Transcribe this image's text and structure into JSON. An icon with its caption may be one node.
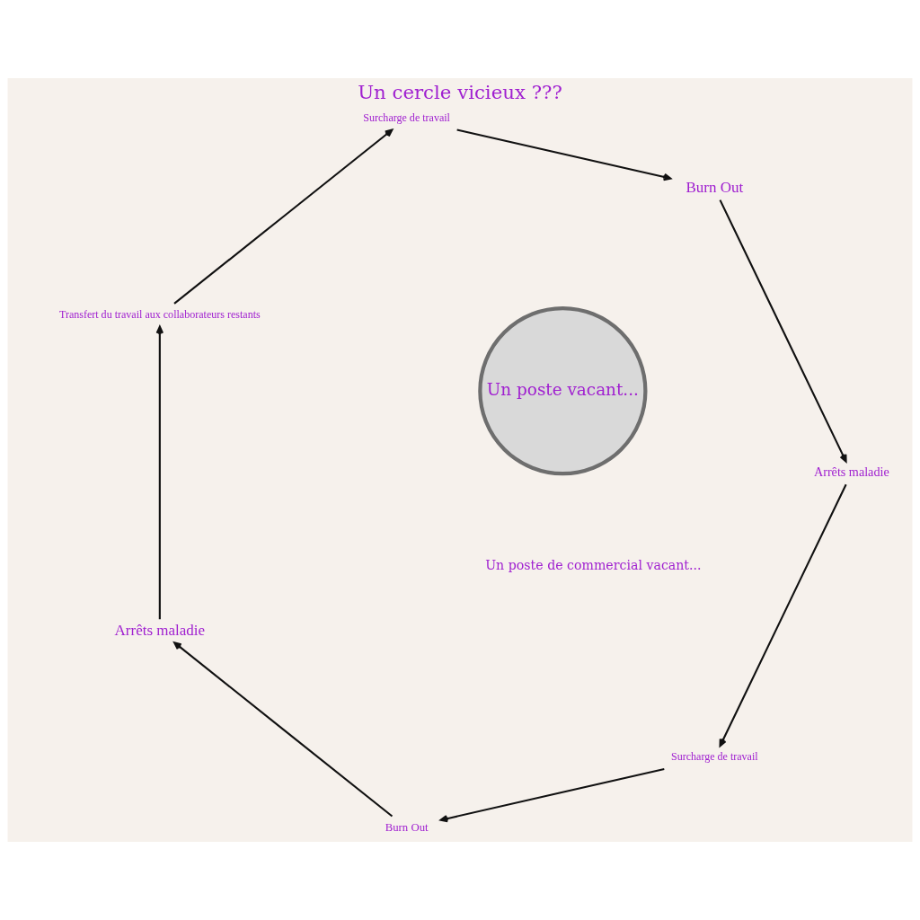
{
  "diagram": {
    "title": "Un cercle vicieux ???",
    "nodes": [
      {
        "text": [
          "Surcharge de travail"
        ]
      },
      {
        "text": [
          "Burn Out"
        ]
      },
      {
        "text": [
          "Arrêts maladie"
        ]
      },
      {
        "text": [
          "Transfert du travail aux collaborateurs restants"
        ]
      },
      {
        "text": [
          "Surcharge de travail"
        ]
      },
      {
        "text": [
          "Burn Out"
        ]
      },
      {
        "text": [
          "Arrêts maladie"
        ]
      },
      {
        "text": [
          "Un poste vacant..."
        ]
      }
    ],
    "edges": [
      {
        "from": 0,
        "to": 1,
        "arrow": "to"
      },
      {
        "from": 1,
        "to": 2,
        "arrow": "to"
      },
      {
        "from": 2,
        "to": 3,
        "arrow": "to"
      },
      {
        "from": 3,
        "to": 4,
        "arrow": "to"
      },
      {
        "from": 4,
        "to": 5,
        "arrow": "to"
      },
      {
        "from": 5,
        "to": 6,
        "arrow": "to"
      },
      {
        "from": 6,
        "to": 0,
        "arrow": "to"
      }
    ],
    "labels": [
      "Un poste de commercial vacant..."
    ]
  }
}
